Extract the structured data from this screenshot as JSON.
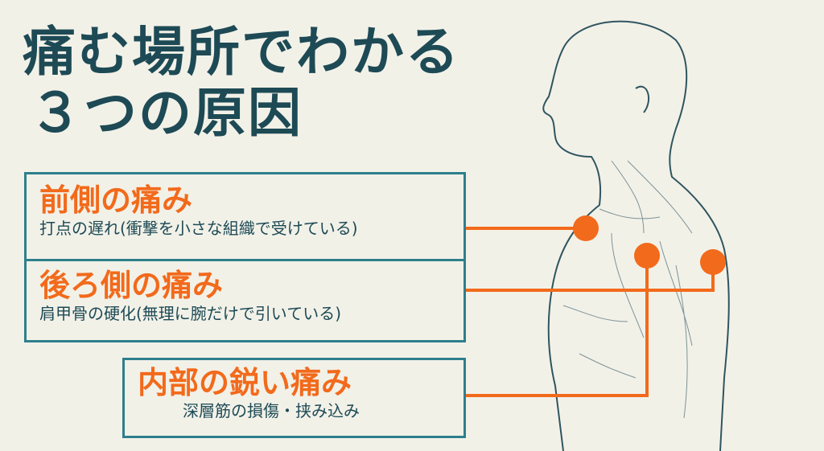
{
  "title": {
    "line1": "痛む場所でわかる",
    "line2": "３つの原因"
  },
  "causes": [
    {
      "heading": "前側の痛み",
      "detail": "打点の遅れ(衝撃を小さな組織で受けている)"
    },
    {
      "heading": "後ろ側の痛み",
      "detail": "肩甲骨の硬化(無理に腕だけで引いている)"
    },
    {
      "heading": "内部の鋭い痛み",
      "detail": "深層筋の損傷・挟み込み"
    }
  ],
  "colors": {
    "accent": "#f26a1b",
    "text": "#1d4a55",
    "border": "#2d7f8c",
    "background": "#f2f1e8"
  }
}
